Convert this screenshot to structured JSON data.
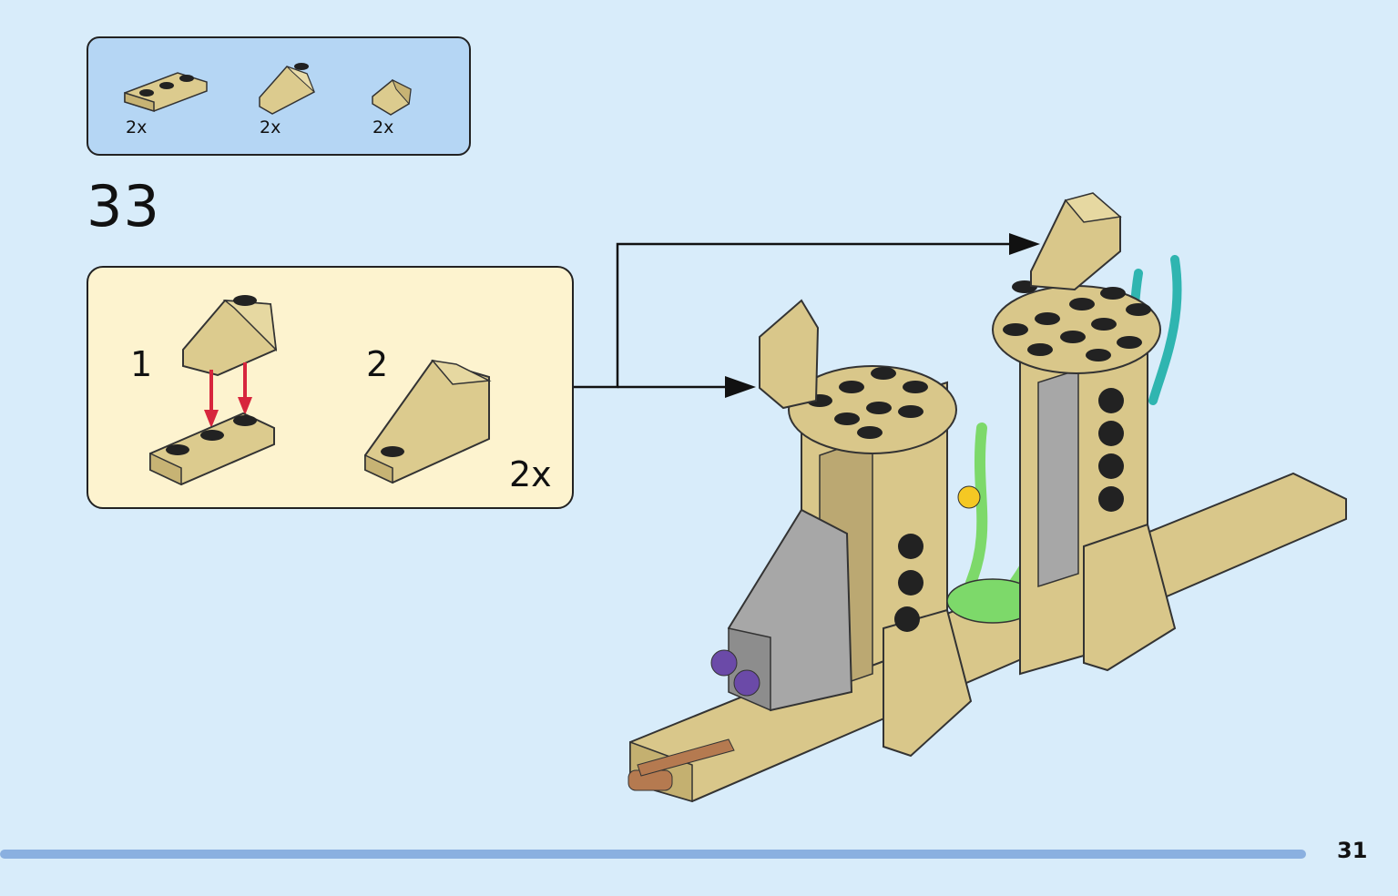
{
  "parts_list": {
    "items": [
      {
        "name": "tan-plate-1x3",
        "quantity": "2x"
      },
      {
        "name": "tan-slope-large",
        "quantity": "2x"
      },
      {
        "name": "tan-slope-small",
        "quantity": "2x"
      }
    ]
  },
  "step": {
    "number": "33"
  },
  "subassembly": {
    "steps": [
      {
        "label": "1"
      },
      {
        "label": "2"
      }
    ],
    "multiplier": "2x"
  },
  "page": {
    "number": "31"
  },
  "colors": {
    "background": "#d8ecfa",
    "parts_box": "#b5d6f4",
    "subassembly_box": "#fdf3cf",
    "tan": "#dccb8e",
    "arrow_red": "#d7263d",
    "page_line": "#8ab0e0"
  }
}
